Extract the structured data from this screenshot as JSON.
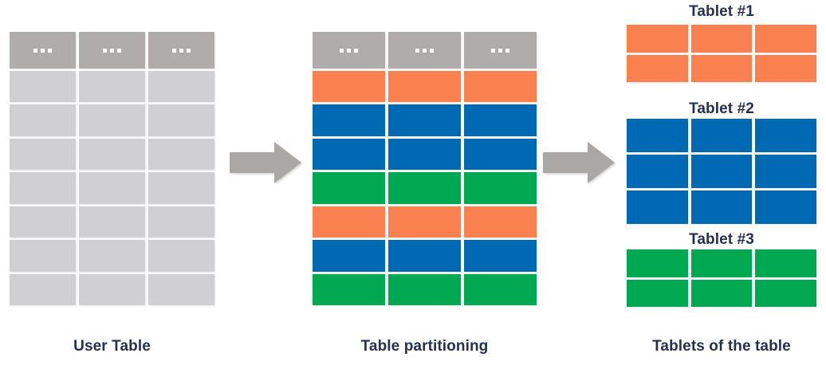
{
  "colors": {
    "orange": "#f9814f",
    "blue": "#0069b4",
    "green": "#00a851",
    "header_gray": "#b0acac",
    "row_gray": "#d0cfd1",
    "arrow_gray": "#aaa7a7",
    "text_navy": "#28304f",
    "background": "#ffffff"
  },
  "captions": {
    "left": "User Table",
    "middle": "Table partitioning",
    "right": "Tablets of the table"
  },
  "user_table": {
    "header_cells": [
      "...",
      "...",
      "..."
    ],
    "columns": 3,
    "body_rows": 7,
    "row_color": "#d0cfd1",
    "header_color": "#b0acac"
  },
  "partition_table": {
    "header_cells": [
      "...",
      "...",
      "..."
    ],
    "columns": 3,
    "row_colors": [
      "#f9814f",
      "#0069b4",
      "#0069b4",
      "#00a851",
      "#f9814f",
      "#0069b4",
      "#00a851"
    ]
  },
  "tablets": [
    {
      "title": "Tablet #1",
      "color": "#f9814f",
      "rows": 2,
      "columns": 3
    },
    {
      "title": "Tablet #2",
      "color": "#0069b4",
      "rows": 3,
      "columns": 3
    },
    {
      "title": "Tablet #3",
      "color": "#00a851",
      "rows": 2,
      "columns": 3
    }
  ],
  "arrows": [
    {
      "name": "arrow-table-to-partition",
      "direction": "right",
      "color": "#aaa7a7"
    },
    {
      "name": "arrow-partition-to-tablets",
      "direction": "right",
      "color": "#aaa7a7"
    }
  ]
}
